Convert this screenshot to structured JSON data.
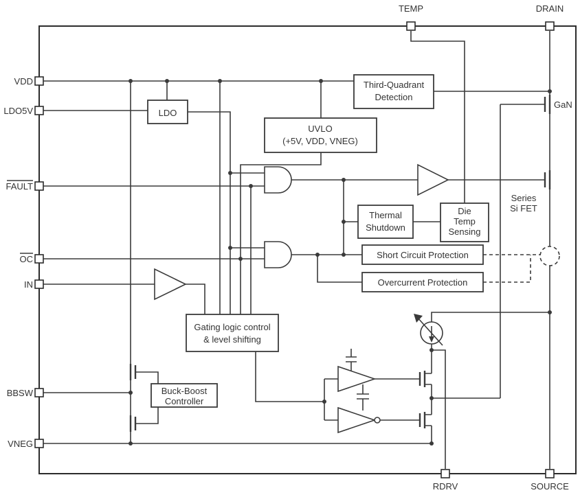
{
  "pins": {
    "vdd": "VDD",
    "ldo5v": "LDO5V",
    "fault": "FAULT",
    "oc": "OC",
    "in": "IN",
    "bbsw": "BBSW",
    "vneg": "VNEG",
    "temp": "TEMP",
    "drain": "DRAIN",
    "rdrv": "RDRV",
    "source": "SOURCE"
  },
  "blocks": {
    "ldo": "LDO",
    "third_quadrant_line1": "Third-Quadrant",
    "third_quadrant_line2": "Detection",
    "uvlo_line1": "UVLO",
    "uvlo_line2": "(+5V, VDD, VNEG)",
    "thermal_line1": "Thermal",
    "thermal_line2": "Shutdown",
    "die_temp_line1": "Die",
    "die_temp_line2": "Temp",
    "die_temp_line3": "Sensing",
    "scp": "Short Circuit Protection",
    "ocp": "Overcurrent Protection",
    "gating_line1": "Gating logic control",
    "gating_line2": "& level shifting",
    "buck_boost_line1": "Buck-Boost",
    "buck_boost_line2": "Controller"
  },
  "labels": {
    "gan": "GaN",
    "series_fet_line1": "Series",
    "series_fet_line2": "Si FET"
  },
  "colors": {
    "line": "#3a3a3a",
    "text": "#333333",
    "background": "#ffffff"
  }
}
